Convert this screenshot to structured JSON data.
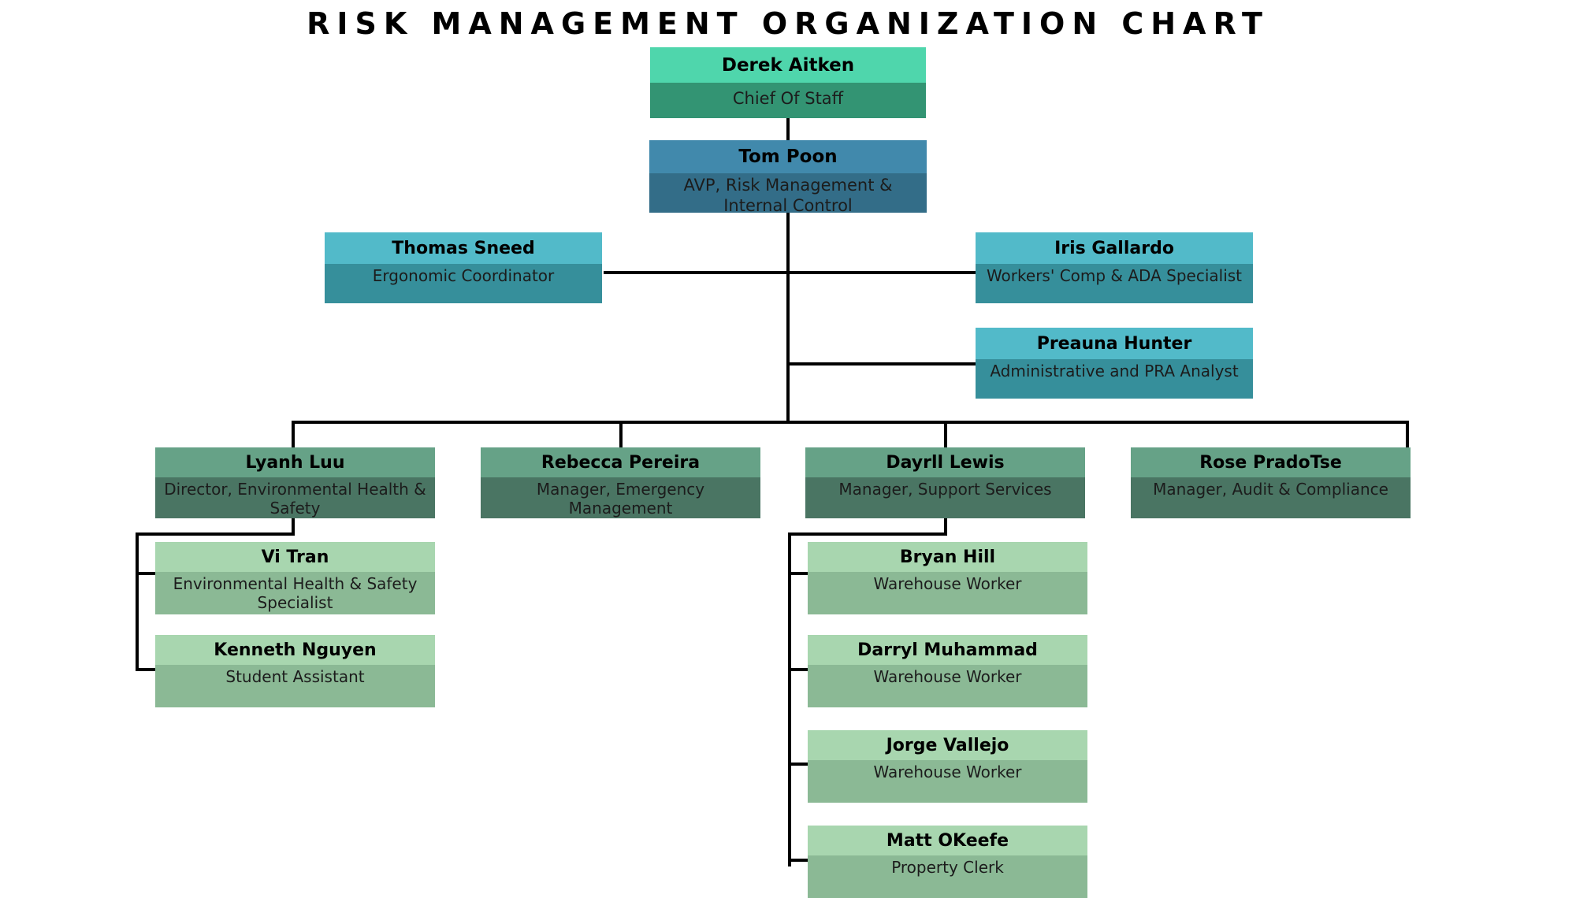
{
  "title": "RISK MANAGEMENT ORGANIZATION CHART",
  "colors": {
    "level1_header": "#4FD6AC",
    "level1_body": "#339473",
    "level2_header": "#4189AC",
    "level2_body": "#336D88",
    "level3_header": "#52BAC9",
    "level3_body": "#368F9B",
    "level4_header": "#66A287",
    "level4_body": "#4A7563",
    "level5_header": "#A8D6AF",
    "level5_body": "#8BB995",
    "connector": "#000000",
    "background": "#FFFFFF"
  },
  "nodes": {
    "chief_of_staff": {
      "name": "Derek Aitken",
      "role": "Chief Of Staff"
    },
    "avp": {
      "name": "Tom Poon",
      "role": "AVP, Risk Management & Internal Control"
    },
    "ergonomic": {
      "name": "Thomas Sneed",
      "role": "Ergonomic Coordinator"
    },
    "workers_comp": {
      "name": "Iris Gallardo",
      "role": "Workers' Comp & ADA Specialist"
    },
    "pra_analyst": {
      "name": "Preauna Hunter",
      "role": "Administrative and PRA Analyst"
    },
    "ehs_director": {
      "name": "Lyanh Luu",
      "role": "Director, Environmental Health & Safety"
    },
    "emergency_mgr": {
      "name": "Rebecca Pereira",
      "role": "Manager, Emergency Management"
    },
    "support_mgr": {
      "name": "Dayrll Lewis",
      "role": "Manager, Support Services"
    },
    "audit_mgr": {
      "name": "Rose PradoTse",
      "role": "Manager, Audit & Compliance"
    },
    "ehs_specialist": {
      "name": "Vi Tran",
      "role": "Environmental Health & Safety Specialist"
    },
    "student_assistant": {
      "name": "Kenneth Nguyen",
      "role": "Student Assistant"
    },
    "warehouse_1": {
      "name": "Bryan Hill",
      "role": "Warehouse Worker"
    },
    "warehouse_2": {
      "name": "Darryl Muhammad",
      "role": "Warehouse Worker"
    },
    "warehouse_3": {
      "name": "Jorge Vallejo",
      "role": "Warehouse Worker"
    },
    "property_clerk": {
      "name": "Matt OKeefe",
      "role": "Property Clerk"
    }
  }
}
